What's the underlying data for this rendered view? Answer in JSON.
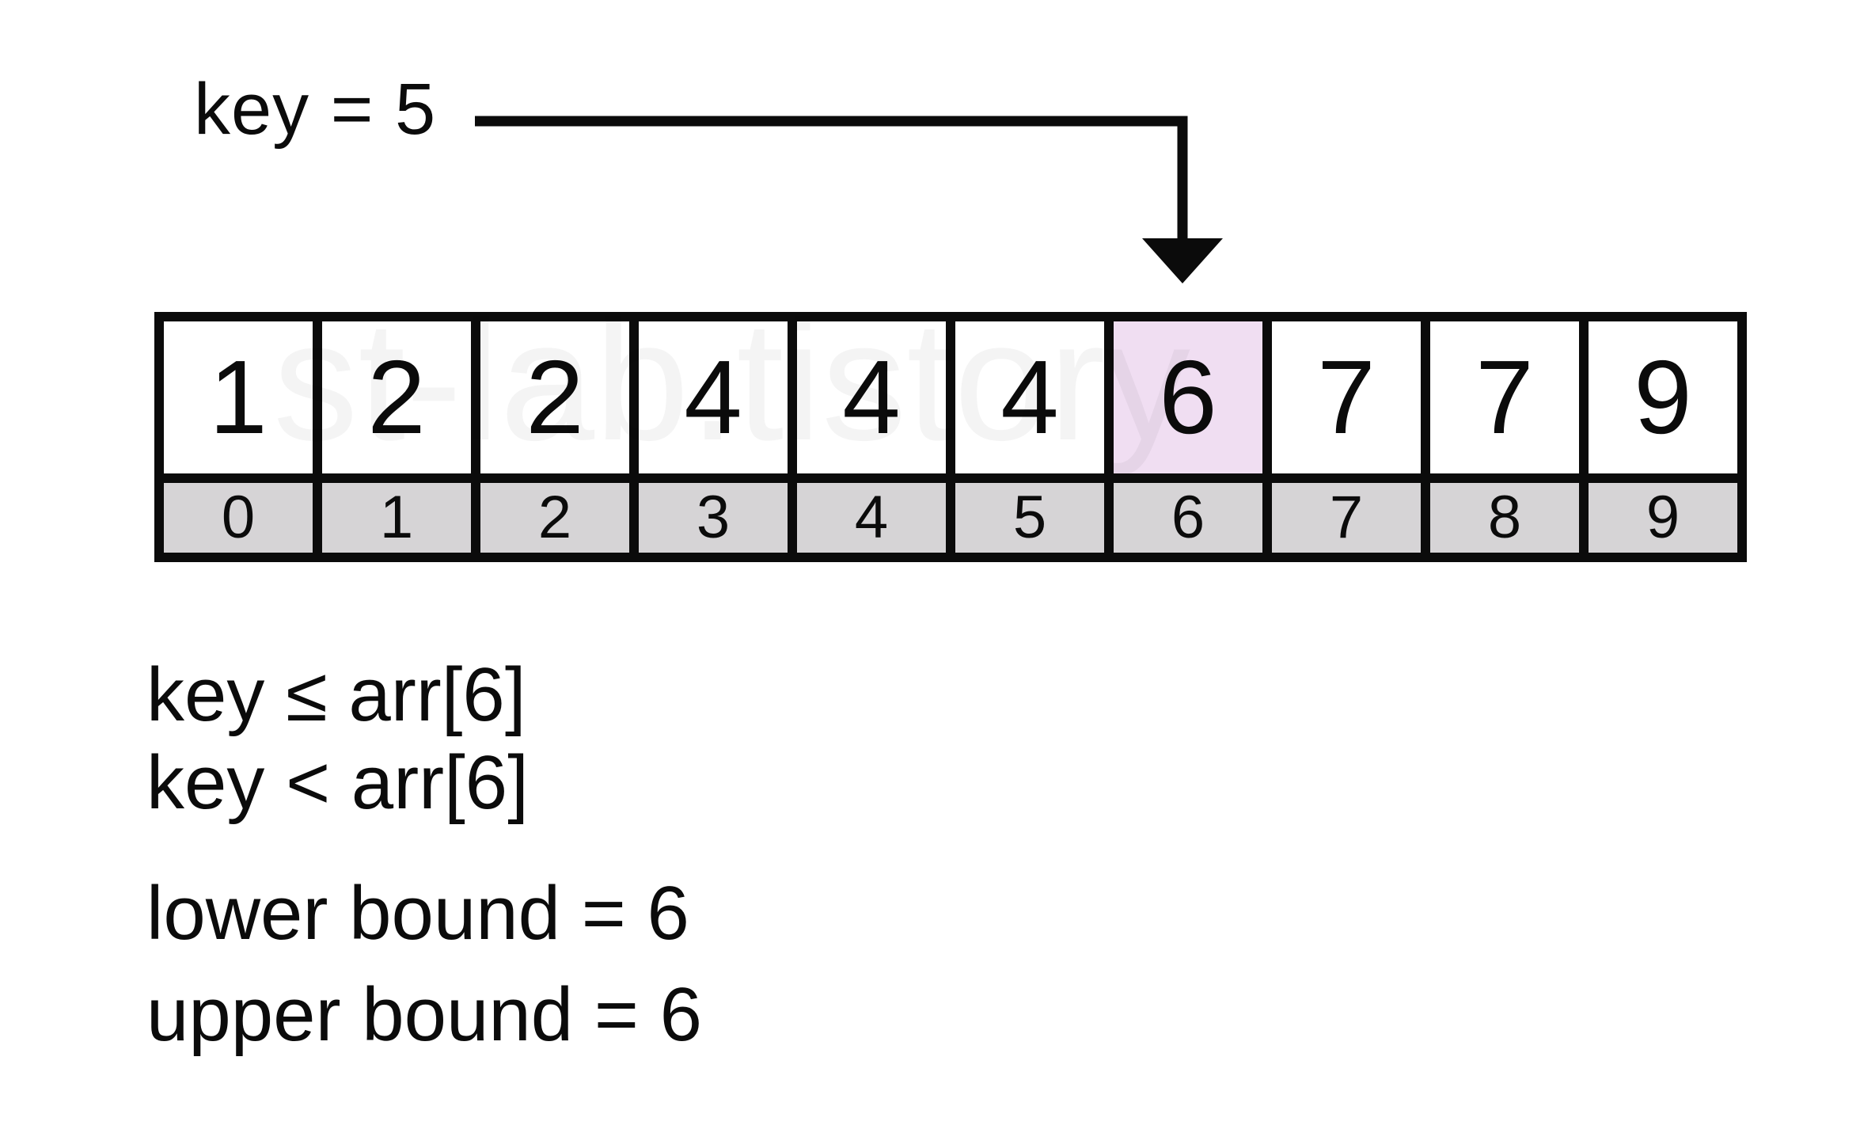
{
  "diagram": {
    "key_label": "key = 5",
    "array": {
      "values": [
        "1",
        "2",
        "2",
        "4",
        "4",
        "4",
        "6",
        "7",
        "7",
        "9"
      ],
      "indices": [
        "0",
        "1",
        "2",
        "3",
        "4",
        "5",
        "6",
        "7",
        "8",
        "9"
      ],
      "highlighted_index": 6
    },
    "conditions": [
      "key ≤ arr[6]",
      "key < arr[6]"
    ],
    "results": [
      "lower bound = 6",
      "upper bound = 6"
    ],
    "watermark": "st-lab.tistory",
    "colors": {
      "highlight": "#f0def2",
      "index_row": "#d6d4d6",
      "border": "#0b0b0b",
      "ink": "#0b0b0b"
    }
  }
}
